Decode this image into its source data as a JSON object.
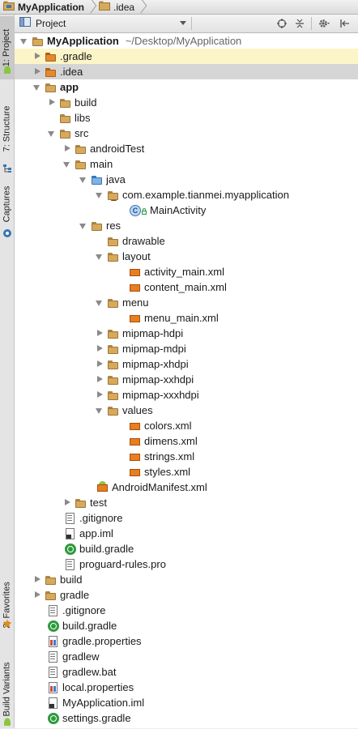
{
  "breadcrumb": {
    "items": [
      "MyApplication",
      ".idea"
    ]
  },
  "tool_stripe": {
    "project": "1: Project",
    "structure": "7: Structure",
    "captures": "Captures",
    "favorites": "2: Favorites",
    "build_variants": "Build Variants"
  },
  "panel": {
    "view_mode": "Project"
  },
  "tree": {
    "root_label": "MyApplication",
    "root_path": "~/Desktop/MyApplication",
    "rows": [
      ".gradle",
      ".idea",
      "app",
      "build",
      "libs",
      "src",
      "androidTest",
      "main",
      "java",
      "com.example.tianmei.myapplication",
      "MainActivity",
      "res",
      "drawable",
      "layout",
      "activity_main.xml",
      "content_main.xml",
      "menu",
      "menu_main.xml",
      "mipmap-hdpi",
      "mipmap-mdpi",
      "mipmap-xhdpi",
      "mipmap-xxhdpi",
      "mipmap-xxxhdpi",
      "values",
      "colors.xml",
      "dimens.xml",
      "strings.xml",
      "styles.xml",
      "AndroidManifest.xml",
      "test",
      ".gitignore",
      "app.iml",
      "build.gradle",
      "proguard-rules.pro",
      "build",
      "gradle",
      ".gitignore",
      "build.gradle",
      "gradle.properties",
      "gradlew",
      "gradlew.bat",
      "local.properties",
      "MyApplication.iml",
      "settings.gradle"
    ]
  }
}
